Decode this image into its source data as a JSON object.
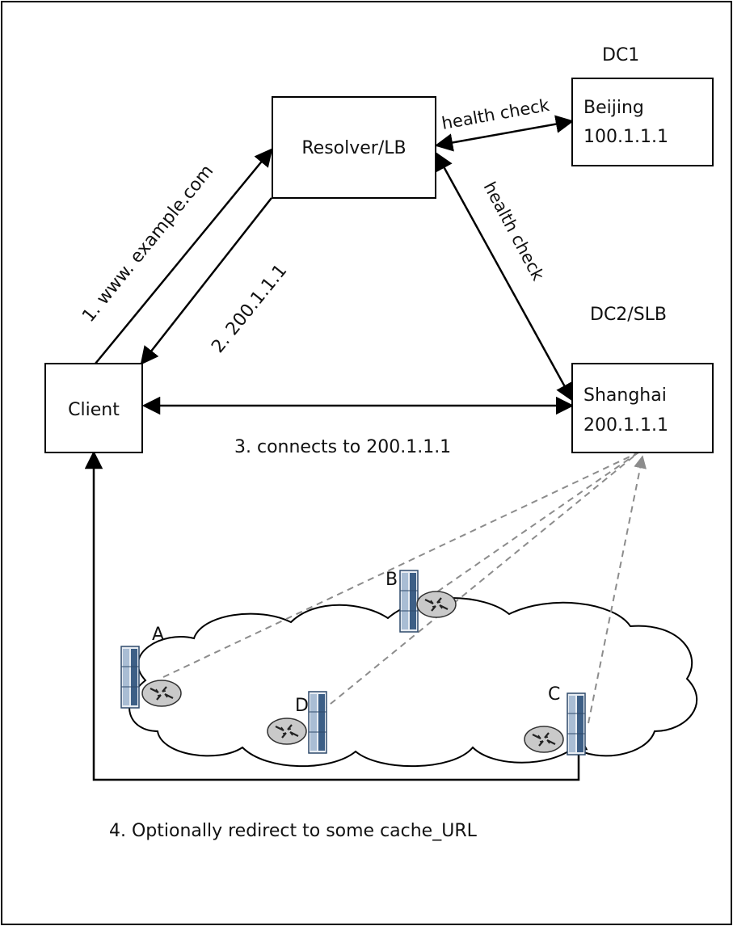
{
  "nodes": {
    "resolver": {
      "label": "Resolver/LB"
    },
    "client": {
      "label": "Client"
    },
    "dc1": {
      "tag": "DC1",
      "city": "Beijing",
      "ip": "100.1.1.1"
    },
    "dc2": {
      "tag": "DC2/SLB",
      "city": "Shanghai",
      "ip": "200.1.1.1"
    }
  },
  "edges": {
    "query": "1. www. example.com",
    "answer": "2. 200.1.1.1",
    "connect": "3. connects to 200.1.1.1",
    "health_dc1": "health check",
    "health_dc2": "health check",
    "redirect": "4. Optionally redirect to some cache_URL"
  },
  "caches": {
    "a": "A",
    "b": "B",
    "c": "C",
    "d": "D"
  },
  "colors": {
    "line": "#000000",
    "dashed": "#8c8c8c",
    "server": "#3d5f86",
    "router": "#c9c9c9"
  }
}
